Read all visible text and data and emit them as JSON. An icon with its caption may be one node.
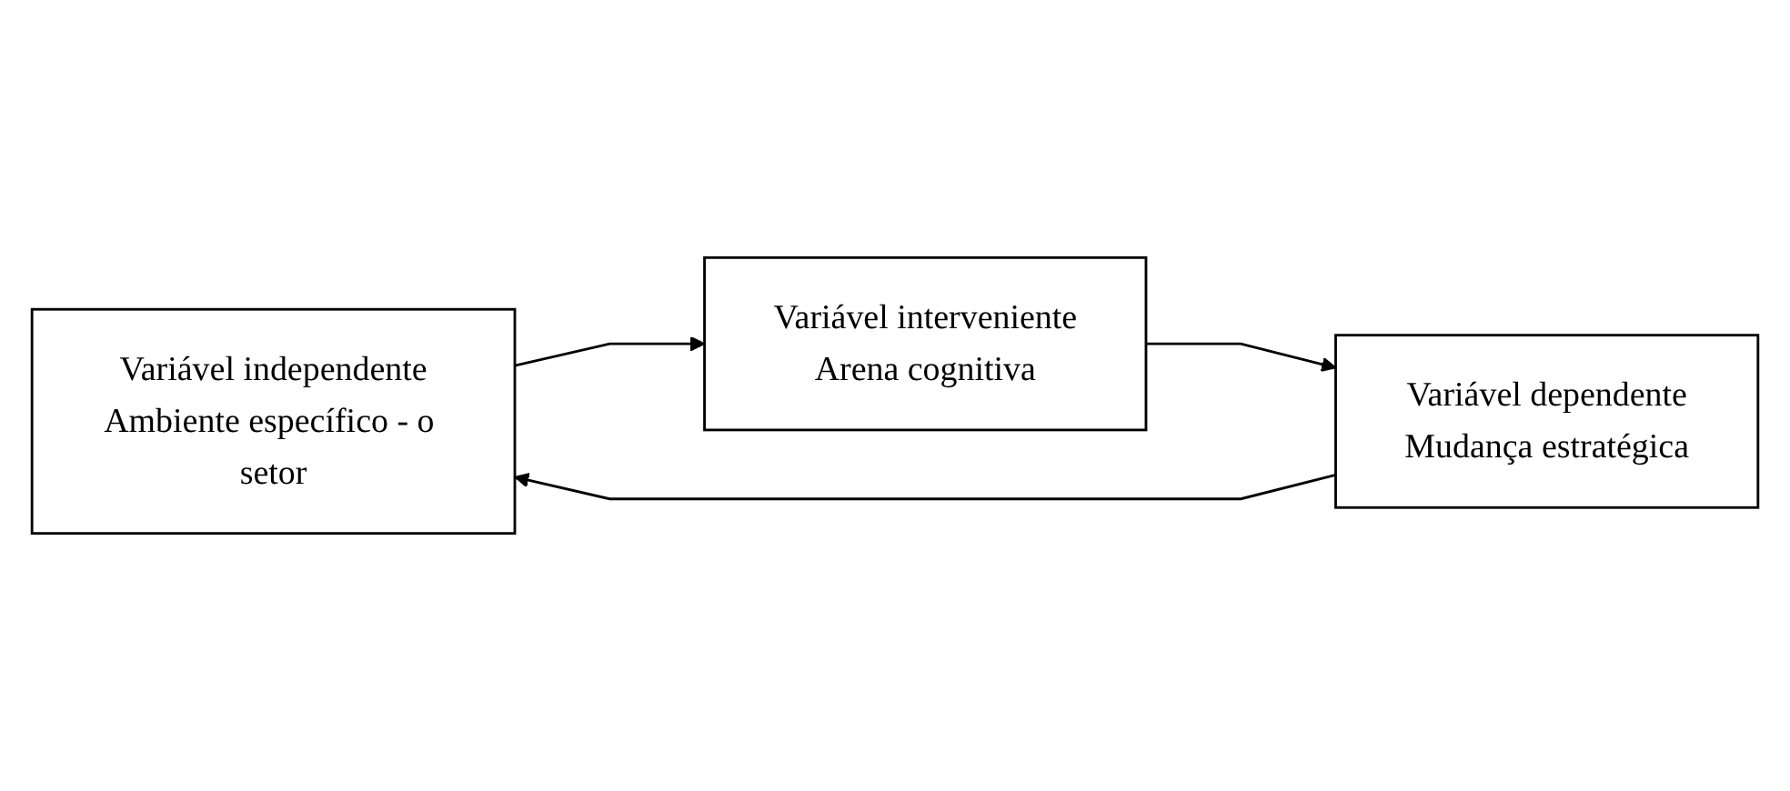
{
  "diagram": {
    "nodes": [
      {
        "text": [
          "Variável independente",
          "Ambiente específico - o setor"
        ]
      },
      {
        "text": [
          "Variável interveniente",
          "Arena cognitiva"
        ]
      },
      {
        "text": [
          "Variável dependente",
          "Mudança estratégica"
        ]
      }
    ],
    "edges": [
      {
        "from": 0,
        "to": 1,
        "arrow": "to"
      },
      {
        "from": 1,
        "to": 2,
        "arrow": "to"
      },
      {
        "from": 2,
        "to": 0,
        "arrow": "to"
      }
    ]
  }
}
